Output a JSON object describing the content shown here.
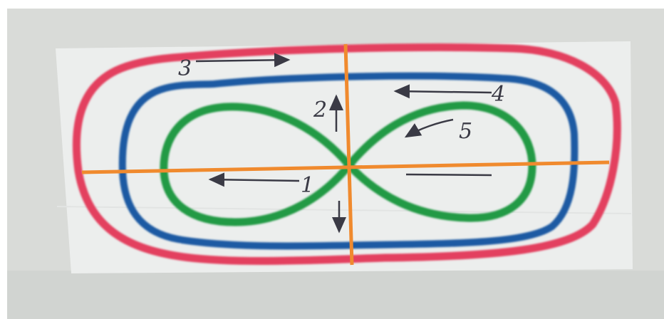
{
  "scene": {
    "description_labels": [
      "1",
      "2",
      "3",
      "4",
      "5"
    ]
  },
  "colors": {
    "wall": "#d9dbd8",
    "paper": "#eceeed",
    "outer_loop": "#e3405e",
    "middle_loop": "#1f5aa3",
    "figure_eight": "#239a45",
    "guide_lines": "#f08a2e",
    "arrows": "#3a3a45"
  },
  "labels": {
    "one": "1",
    "two": "2",
    "three": "3",
    "four": "4",
    "five": "5"
  }
}
